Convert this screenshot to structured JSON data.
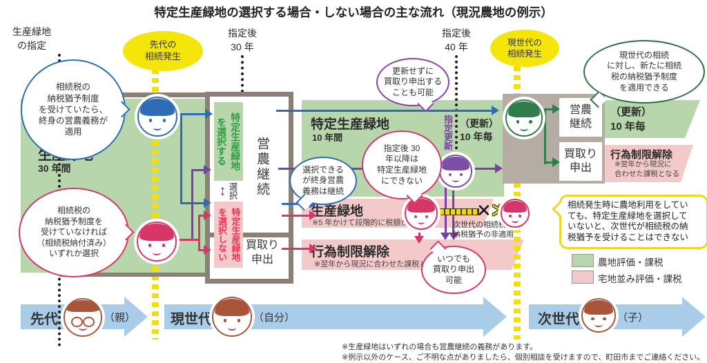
{
  "title": "特定生産緑地の選択する場合・しない場合の主な流れ（現況農地の例示）",
  "timeline_markers": {
    "designation": "生産緑地\nの指定",
    "after30": "指定後\n30 年",
    "after40": "指定後\n40 年"
  },
  "events": {
    "predecessor_inheritance": "先代の\n相続発生",
    "current_inheritance": "現世代の\n相続発生"
  },
  "left_area": {
    "title": "生産緑地",
    "subtitle": "30 年間"
  },
  "center_box": {
    "select_yes": "特定生産緑地\nを選択する",
    "select_arrow": "↕",
    "select_label": "選択",
    "farming_continue": "営農継続",
    "select_no": "特定生産緑地\nを選択しない",
    "buyback": "買取り\n申出"
  },
  "bands": {
    "tokutei": {
      "title": "特定生産緑地",
      "subtitle": "10 年間"
    },
    "renewal_left": "（更新）\n10 年毎",
    "renewal_right": "（更新）\n10 年毎",
    "seisan_mid": {
      "title": "生産緑地",
      "subtitle": "※5 年かけて段階的に税額があがる"
    },
    "restriction_mid": {
      "title": "行為制限解除",
      "subtitle": "※翌年から現況に合わせた課税となる"
    },
    "restriction_right": {
      "title": "行為制限解除",
      "subtitle": "※翌年から現況に\n合わせた課税となる"
    }
  },
  "labels": {
    "designation_renewal": "指定更新",
    "next_gen_no_deferral": "次世代の相続税の\n納税猶予の非適用"
  },
  "right_box": {
    "farming_continue": "営農\n継続",
    "buyback": "買取り\n申出"
  },
  "bubbles": {
    "blue_left": "相続税の\n納税猶予制度\nを受けていたら、\n終身の営農義務が\n適用",
    "pink_left": "相続税の\n納税猶予制度を\n受けていなければ\n（相続税納付済み）\nいずれか選択",
    "purple": "更新せずに\n買取り申出する\nことも可能",
    "blue_mid": "選択できる\nが終身営農\n義務は継続",
    "pink_mid": "指定後 30\n年以降は\n特定生産緑地\nにできない",
    "pink_buyback": "いつでも\n買取り申出\n可能",
    "green_right": "現世代の相続\nに対し、新たに相続\n税の納税猶予制度\nを適用できる"
  },
  "note_box": "相続発生時に農地利用をしてい\nても、特定生産緑地を選択して\nいないと、次世代が相続税の納\n税猶予を受けることはできない",
  "legend": [
    {
      "label": "農地評価・課税",
      "color": "#b7d6ac"
    },
    {
      "label": "宅地並み評価・課税",
      "color": "#f4c9c9"
    }
  ],
  "generations": [
    {
      "label": "先代",
      "paren": "（親）"
    },
    {
      "label": "現世代",
      "paren": "（自分）"
    },
    {
      "label": "次世代",
      "paren": "（子）"
    }
  ],
  "footnotes": [
    "※生産緑地はいずれの場合も営農継続の義務があります。",
    "※例示以外のケース、ご不明な点がありましたら、個別相談を受けますので、町田市までご連絡ください。"
  ],
  "misc": {
    "x_mark": "✕",
    "chevron": "≫"
  },
  "colors": {
    "band_green": "#b7d6ac",
    "band_pink": "#f4c9c9",
    "yellow": "#f5e50a",
    "taupe": "#8b8076",
    "blue": "#2e6cb5",
    "crimson": "#d63668",
    "purple": "#7b3fa6",
    "green": "#2e7d4a",
    "timeline_blue": "#a9cde9",
    "gray_box": "#b5ada3"
  }
}
